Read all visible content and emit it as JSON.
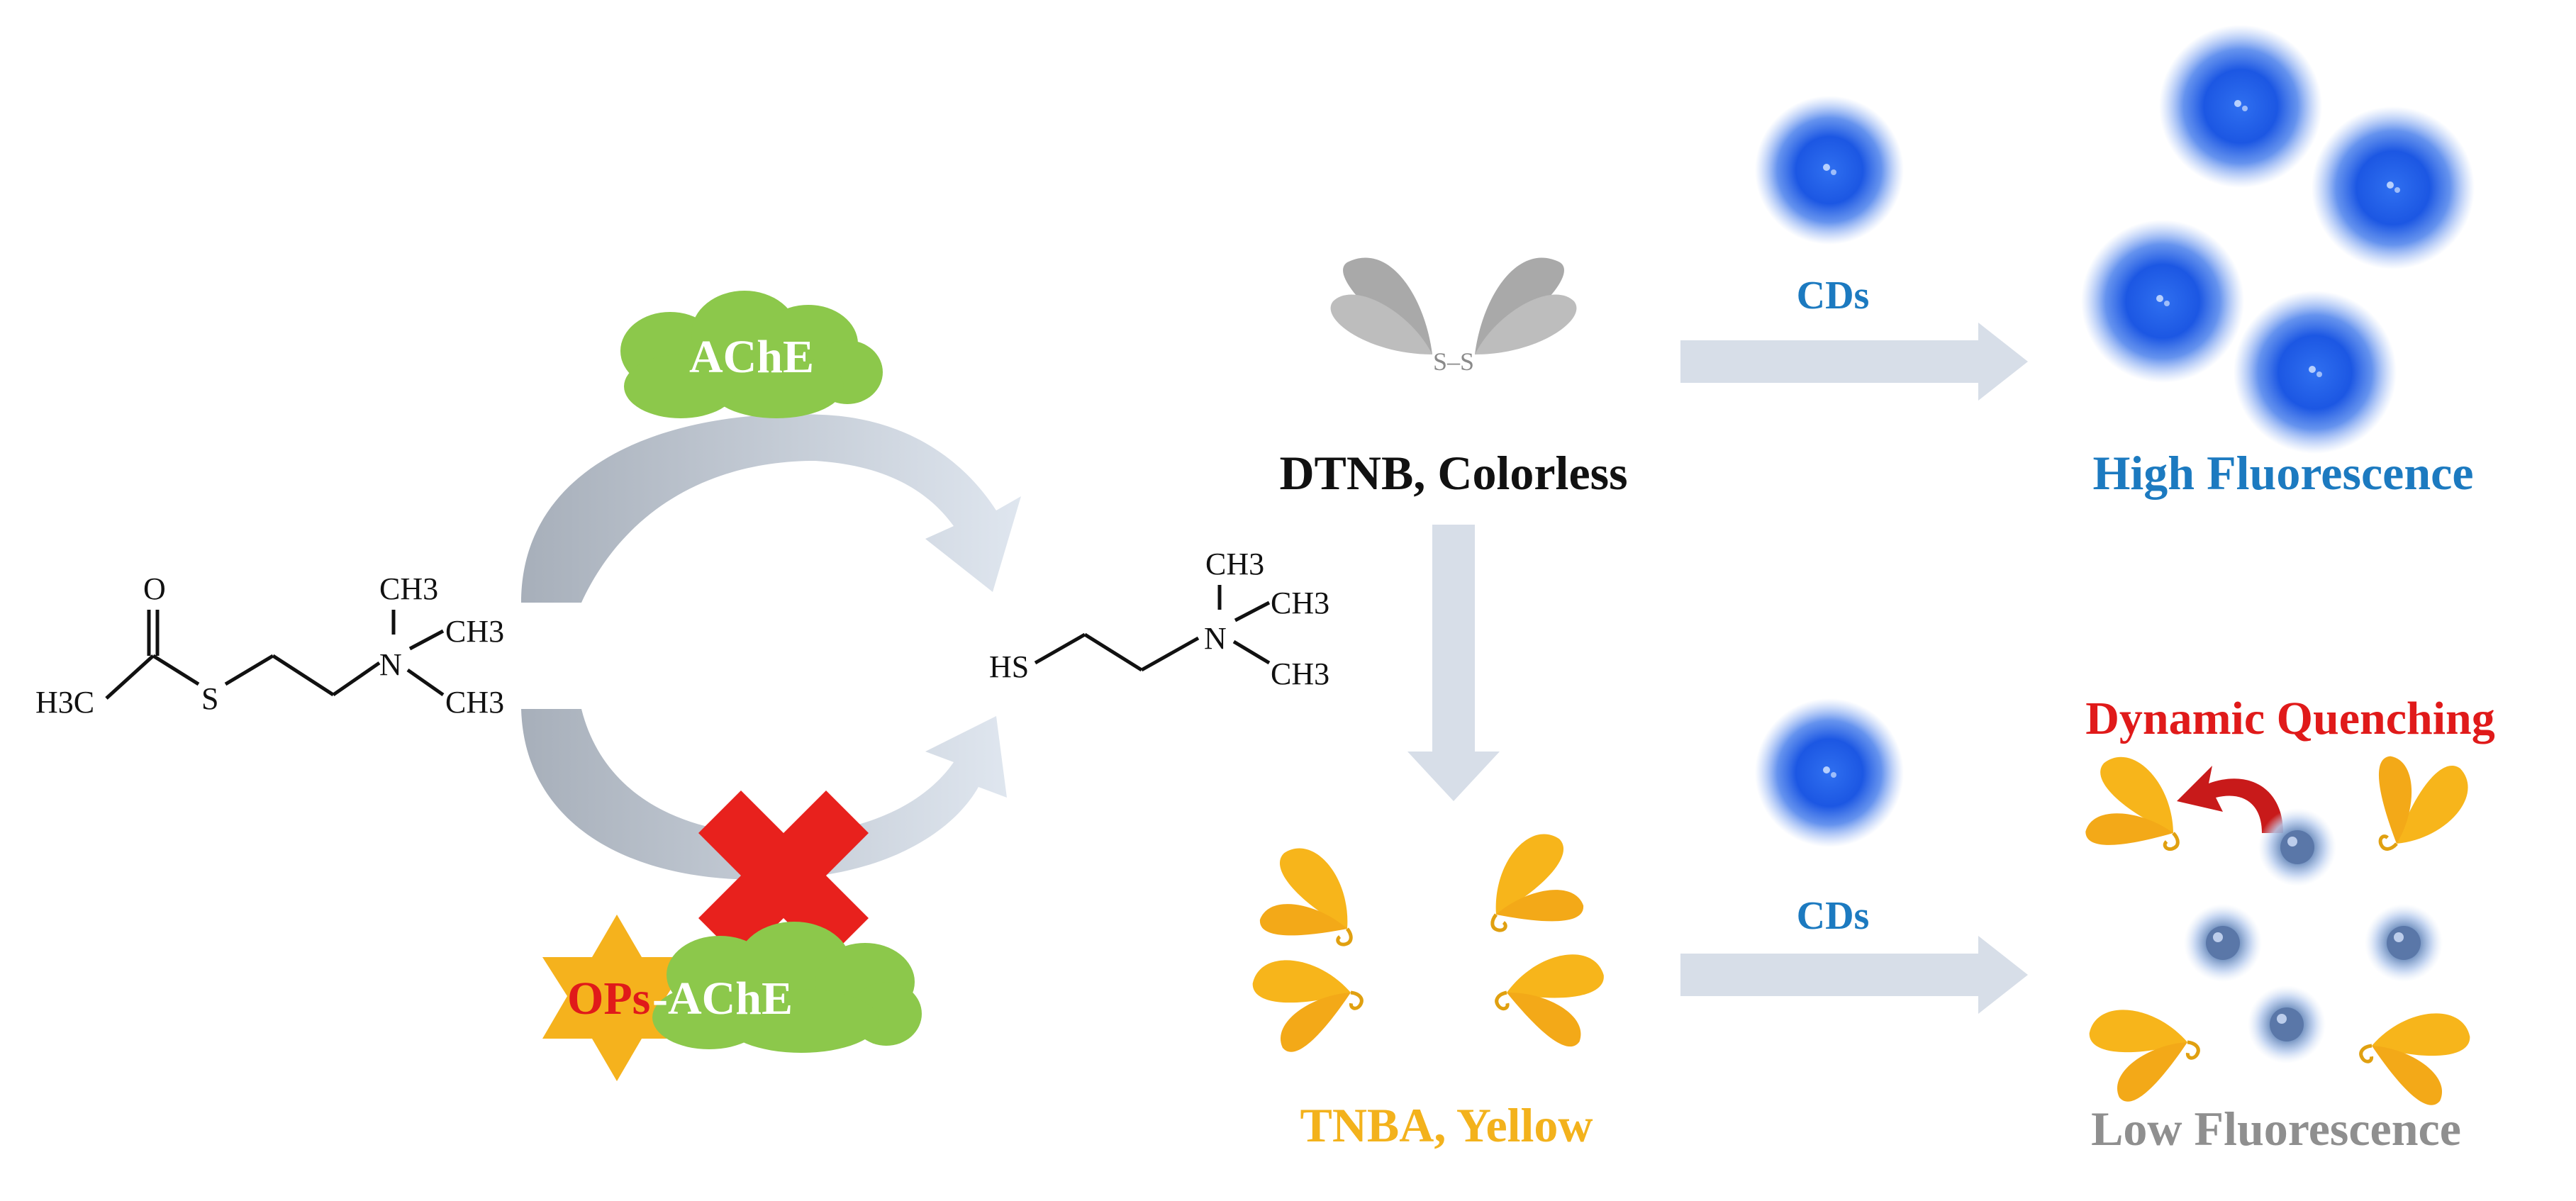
{
  "diagram": {
    "enzyme_top": "AChE",
    "inhibited_prefix": "OPs",
    "inhibited_suffix": "-AChE",
    "dtnb_label": "DTNB, Colorless",
    "tnba_label": "TNBA, Yellow",
    "cds_top": "CDs",
    "cds_bottom": "CDs",
    "high_label": "High Fluorescence",
    "low_label": "Low Fluorescence",
    "quench_label": "Dynamic Quenching",
    "disulfide": "S–S",
    "molecule_left": {
      "o": "O",
      "h3c": "H3C",
      "s": "S",
      "n": "N",
      "ch3_a": "CH3",
      "ch3_b": "CH3",
      "ch3_c": "CH3"
    },
    "molecule_right": {
      "hs": "HS",
      "n": "N",
      "ch3_a": "CH3",
      "ch3_b": "CH3",
      "ch3_c": "CH3"
    }
  },
  "colors": {
    "enzyme_green": "#8cc84b",
    "star_orange": "#f5b21d",
    "cross_red": "#e8211d",
    "arrow_gray": "#d7dee8",
    "cd_blue": "#1f5fe0",
    "label_blue": "#1c7ac0",
    "label_yellow": "#f3b21c",
    "label_red": "#e01a1a",
    "label_gray": "#8f8f8f"
  }
}
